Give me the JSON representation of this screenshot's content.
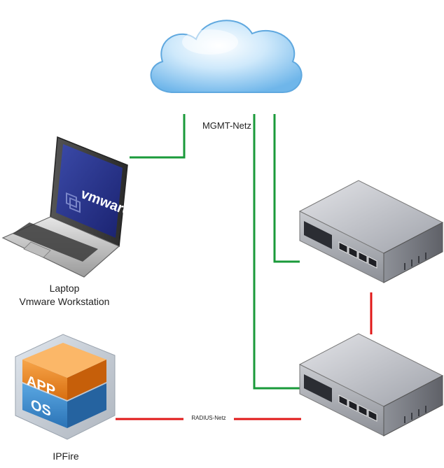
{
  "labels": {
    "cloud": "MGMT-Netz",
    "laptop_line1": "Laptop",
    "laptop_line2": "Vmware Workstation",
    "ipfire": "IPFire",
    "radius": "RADIUS-Netz",
    "vmware_logo": "vmware",
    "app": "APP",
    "os": "OS"
  },
  "colors": {
    "mgmt_link": "#1a9a3a",
    "radius_link": "#e01818",
    "cloud": "#9ccff3",
    "vm_orange": "#f08a24",
    "vm_blue": "#3f8fd0"
  },
  "icons": [
    "cloud-icon",
    "laptop-icon",
    "switch-icon",
    "switch-icon",
    "virtual-appliance-icon"
  ]
}
